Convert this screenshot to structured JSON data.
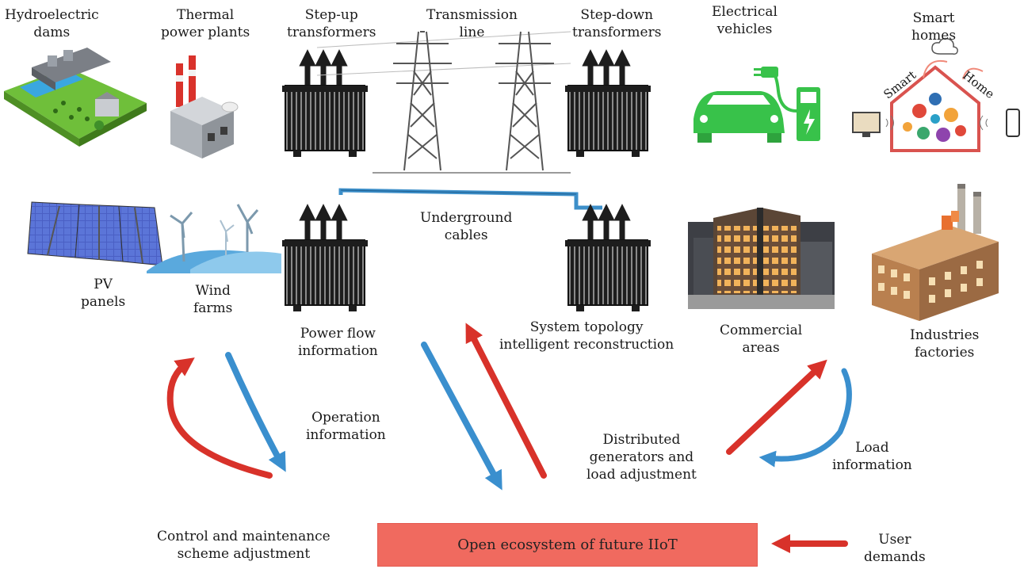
{
  "labels": {
    "hydro": [
      "Hydroelectric",
      "dams"
    ],
    "thermal": [
      "Thermal",
      "power plants"
    ],
    "stepup": [
      "Step-up",
      "transformers"
    ],
    "transmission": [
      "Transmission",
      "line"
    ],
    "stepdown": [
      "Step-down",
      "transformers"
    ],
    "ev": [
      "Electrical",
      "vehicles"
    ],
    "smarthomes": [
      "Smart",
      "homes"
    ],
    "underground": [
      "Underground",
      "cables"
    ],
    "pv": [
      "PV",
      "panels"
    ],
    "wind": [
      "Wind",
      "farms"
    ],
    "powerflow": [
      "Power flow",
      "information"
    ],
    "topology": [
      "System topology",
      "intelligent reconstruction"
    ],
    "commercial": [
      "Commercial",
      "areas"
    ],
    "industries": [
      "Industries",
      "factories"
    ],
    "operation": [
      "Operation",
      "information"
    ],
    "distributed": [
      "Distributed",
      "generators and",
      "load adjustment"
    ],
    "load": [
      "Load",
      "information"
    ],
    "control": [
      "Control and maintenance",
      "scheme adjustment"
    ],
    "user": [
      "User",
      "demands"
    ]
  },
  "house_words": {
    "left": "Smart",
    "right": "Home"
  },
  "ecosystem": "Open ecosystem of future IIoT",
  "colors": {
    "blue_arrow": "#3a8fce",
    "red_arrow": "#d8322a",
    "cable": "#3d8fc9",
    "ev_green": "#38c24a",
    "box_fill": "#f06a5f"
  }
}
